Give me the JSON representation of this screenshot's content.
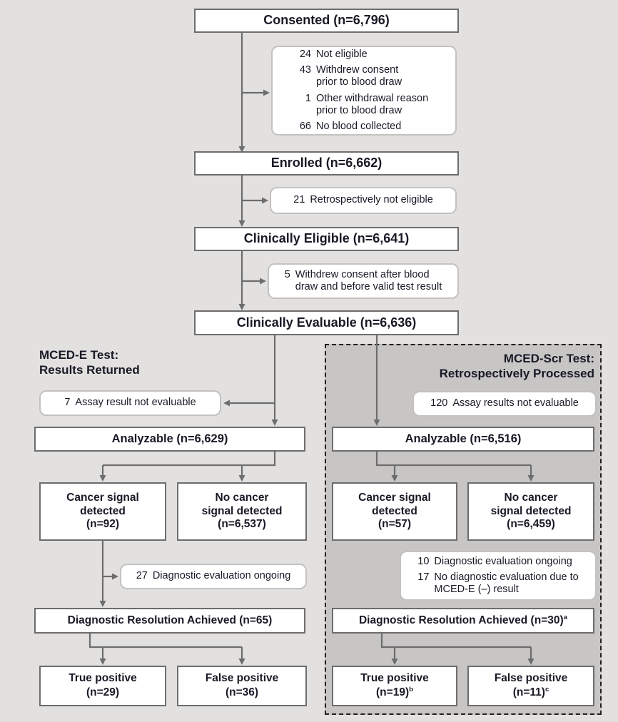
{
  "palette": {
    "page_bg": "#e2e1e0",
    "panel_bg": "#c7c6c5",
    "box_border": "#6d6d6d",
    "note_border": "#c3c2c1",
    "text": "#191926",
    "arrow": "#6d6d6d"
  },
  "flow": {
    "consented": "Consented (n=6,796)",
    "enrolled": "Enrolled (n=6,662)",
    "clinically_eligible": "Clinically Eligible (n=6,641)",
    "clinically_evaluable": "Clinically Evaluable (n=6,636)"
  },
  "notes": {
    "consent_exclusions": {
      "items": [
        {
          "num": "24",
          "text": "Not eligible"
        },
        {
          "num": "43",
          "text": "Withdrew consent\nprior to blood draw"
        },
        {
          "num": "1",
          "text": "Other withdrawal reason\nprior to blood draw"
        },
        {
          "num": "66",
          "text": "No blood collected"
        }
      ]
    },
    "enrolled_exclusion": {
      "items": [
        {
          "num": "21",
          "text": "Retrospectively not eligible"
        }
      ]
    },
    "eligible_exclusion": {
      "items": [
        {
          "num": "5",
          "text": "Withdrew consent after blood\ndraw and before valid test result"
        }
      ]
    },
    "left_assay": {
      "items": [
        {
          "num": "7",
          "text": "Assay result not evaluable"
        }
      ]
    },
    "right_assay": {
      "items": [
        {
          "num": "120",
          "text": "Assay results not evaluable"
        }
      ]
    },
    "left_ongoing": {
      "items": [
        {
          "num": "27",
          "text": "Diagnostic evaluation ongoing"
        }
      ]
    },
    "right_diag": {
      "items": [
        {
          "num": "10",
          "text": "Diagnostic evaluation ongoing"
        },
        {
          "num": "17",
          "text": "No diagnostic evaluation due to\nMCED-E (–) result"
        }
      ]
    }
  },
  "branches": {
    "left": {
      "header": "MCED-E Test:\nResults Returned",
      "analyzable": "Analyzable (n=6,629)",
      "cancer_detected": "Cancer signal\ndetected\n(n=92)",
      "no_cancer_detected": "No cancer\nsignal detected\n(n=6,537)",
      "resolution": {
        "label": "Diagnostic Resolution Achieved (n=65)",
        "sup": ""
      },
      "true_positive": {
        "line1": "True positive",
        "line2": "(n=29)",
        "sup": ""
      },
      "false_positive": {
        "line1": "False positive",
        "line2": "(n=36)",
        "sup": ""
      }
    },
    "right": {
      "header": "MCED-Scr Test:\nRetrospectively Processed",
      "analyzable": "Analyzable (n=6,516)",
      "cancer_detected": "Cancer signal\ndetected\n(n=57)",
      "no_cancer_detected": "No cancer\nsignal detected\n(n=6,459)",
      "resolution": {
        "label": "Diagnostic Resolution Achieved (n=30)",
        "sup": "a"
      },
      "true_positive": {
        "line1": "True positive",
        "line2": "(n=19)",
        "sup": "b"
      },
      "false_positive": {
        "line1": "False positive",
        "line2": "(n=11)",
        "sup": "c"
      }
    }
  }
}
